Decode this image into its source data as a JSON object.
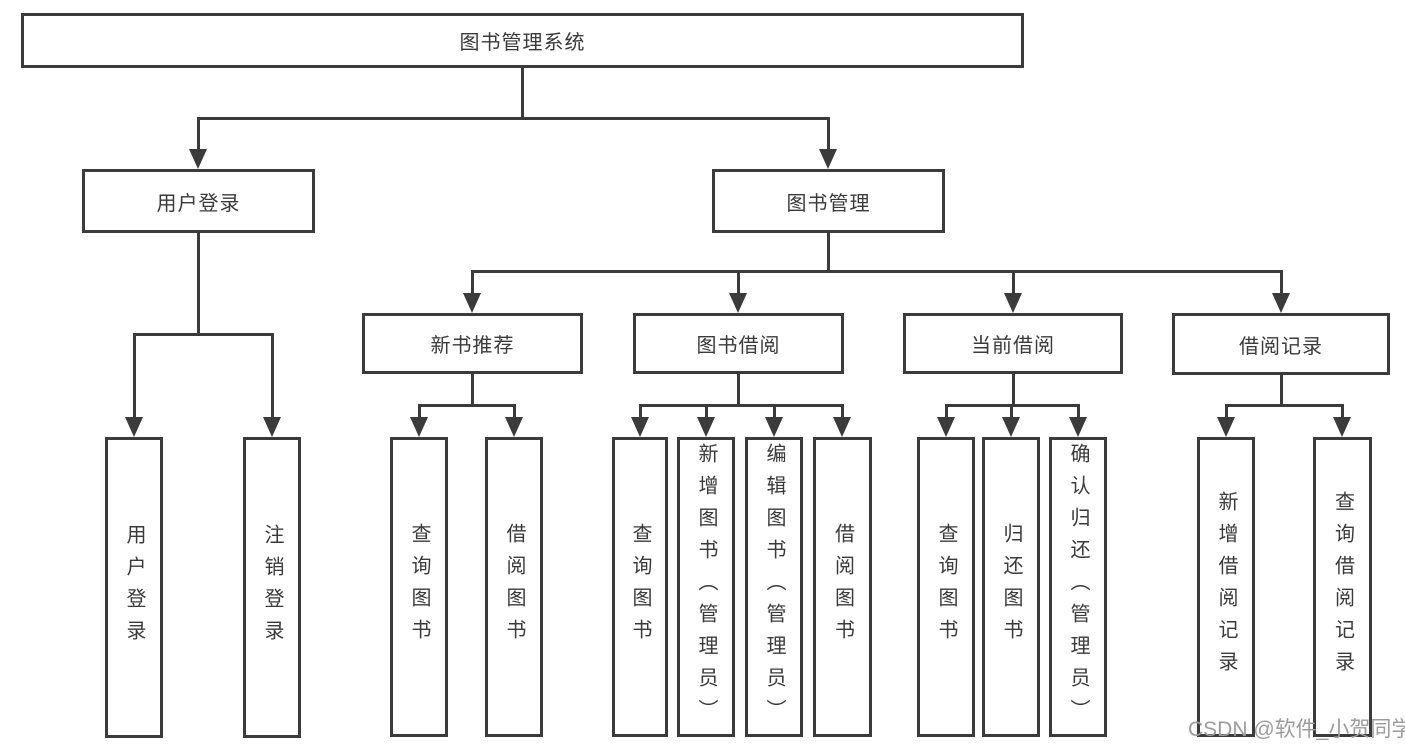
{
  "diagram": {
    "root": {
      "label": "图书管理系统"
    },
    "branches": [
      {
        "label": "用户登录",
        "children": [
          "用户登录",
          "注销登录"
        ]
      },
      {
        "label": "图书管理",
        "groups": [
          {
            "label": "新书推荐",
            "children": [
              "查询图书",
              "借阅图书"
            ]
          },
          {
            "label": "图书借阅",
            "children": [
              "查询图书",
              "新增图书（管理员）",
              "编辑图书（管理员）",
              "借阅图书"
            ]
          },
          {
            "label": "当前借阅",
            "children": [
              "查询图书",
              "归还图书",
              "确认归还（管理员）"
            ]
          },
          {
            "label": "借阅记录",
            "children": [
              "新增借阅记录",
              "查询借阅记录"
            ]
          }
        ]
      }
    ]
  },
  "watermark": {
    "text": "CSDN @软件_小贺同学"
  },
  "colors": {
    "line": "#3b3b3b",
    "text": "#3a3a3a",
    "watermark": "#9c9c9c",
    "background": "#ffffff"
  }
}
